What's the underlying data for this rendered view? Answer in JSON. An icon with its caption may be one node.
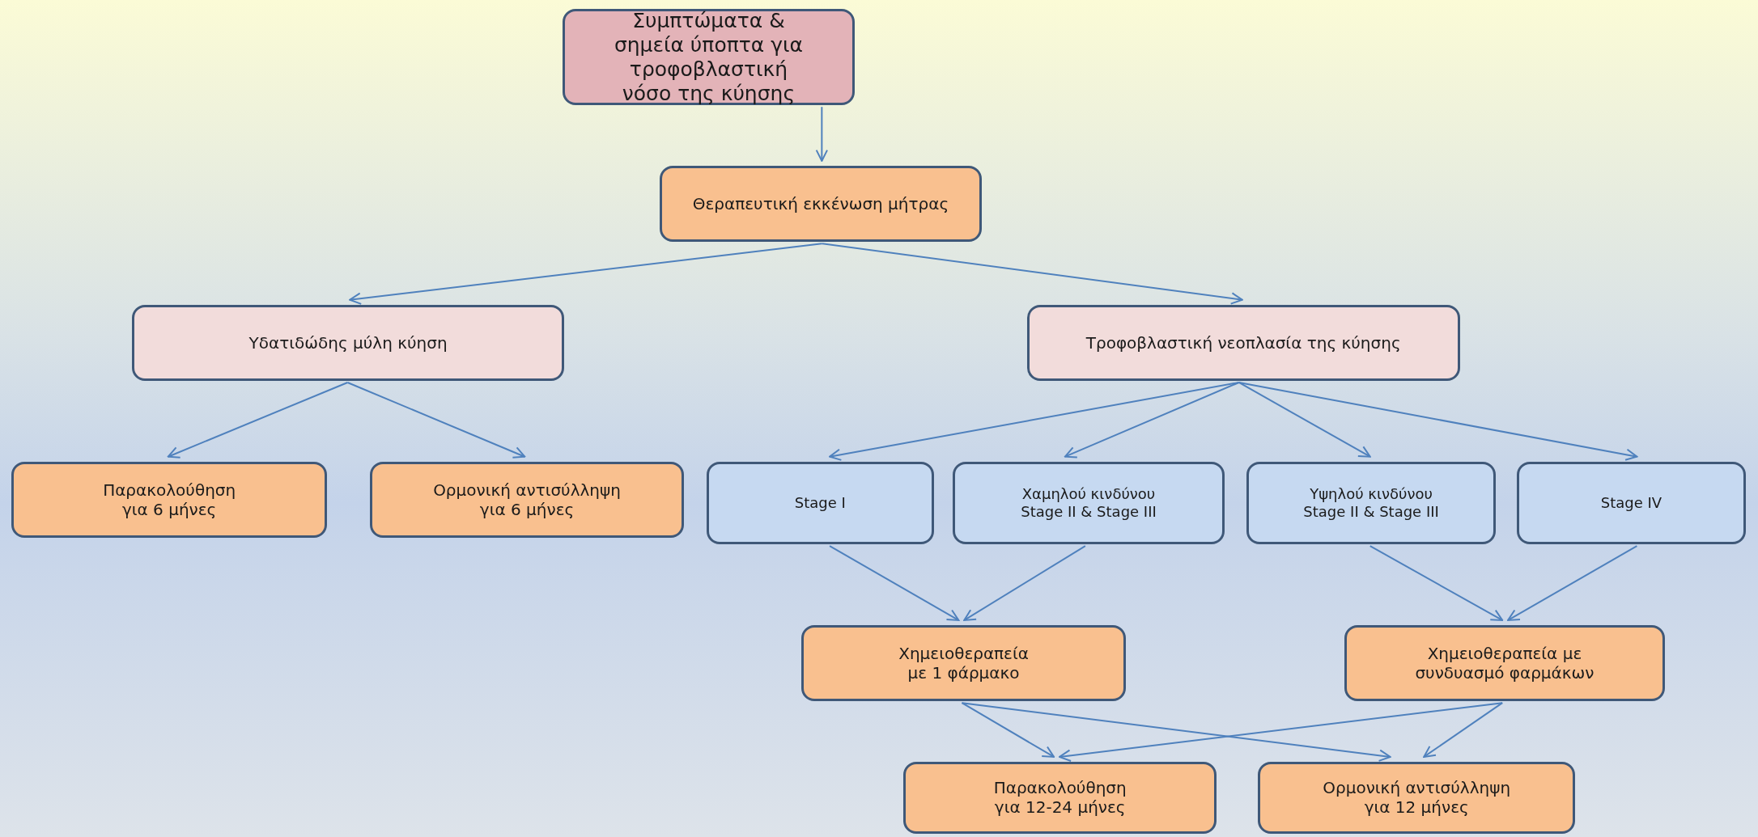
{
  "diagram": {
    "nodes": [
      {
        "text": [
          "Συμπτώματα & σημεία ύποπτα για τροφοβλαστική νόσο της κύησης"
        ]
      },
      {
        "text": [
          "Θεραπευτική εκκένωση μήτρας"
        ]
      },
      {
        "text": [
          "Υδατιδώδης μύλη κύηση"
        ]
      },
      {
        "text": [
          "Τροφοβλαστική νεοπλασία της κύησης"
        ]
      },
      {
        "text": [
          "Παρακολούθηση για 6 μήνες"
        ]
      },
      {
        "text": [
          "Ορμονική αντισύλληψη για 6 μήνες"
        ]
      },
      {
        "text": [
          "Stage I"
        ]
      },
      {
        "text": [
          "Χαμηλού κινδύνου Stage II & Stage III"
        ]
      },
      {
        "text": [
          "Υψηλού κινδύνου Stage II & Stage III"
        ]
      },
      {
        "text": [
          "Stage IV"
        ]
      },
      {
        "text": [
          "Χημειοθεραπεία με 1 φάρμακο"
        ]
      },
      {
        "text": [
          "Χημειοθεραπεία με συνδυασμό φαρμάκων"
        ]
      },
      {
        "text": [
          "Παρακολούθηση για 12-24 μήνες"
        ]
      },
      {
        "text": [
          "Ορμονική αντισύλληψη για 12 μήνες"
        ]
      }
    ],
    "edges": [
      {
        "from": 0,
        "to": 1,
        "arrow": "to"
      },
      {
        "from": 1,
        "to": 2,
        "arrow": "to"
      },
      {
        "from": 1,
        "to": 3,
        "arrow": "to"
      },
      {
        "from": 2,
        "to": 4,
        "arrow": "to"
      },
      {
        "from": 2,
        "to": 5,
        "arrow": "to"
      },
      {
        "from": 3,
        "to": 6,
        "arrow": "to"
      },
      {
        "from": 3,
        "to": 7,
        "arrow": "to"
      },
      {
        "from": 3,
        "to": 8,
        "arrow": "to"
      },
      {
        "from": 3,
        "to": 9,
        "arrow": "to"
      },
      {
        "from": 6,
        "to": 10,
        "arrow": "to"
      },
      {
        "from": 7,
        "to": 10,
        "arrow": "to"
      },
      {
        "from": 8,
        "to": 11,
        "arrow": "to"
      },
      {
        "from": 9,
        "to": 11,
        "arrow": "to"
      },
      {
        "from": 10,
        "to": 12,
        "arrow": "to"
      },
      {
        "from": 10,
        "to": 13,
        "arrow": "to"
      },
      {
        "from": 11,
        "to": 12,
        "arrow": "to"
      },
      {
        "from": 11,
        "to": 13,
        "arrow": "to"
      }
    ]
  }
}
